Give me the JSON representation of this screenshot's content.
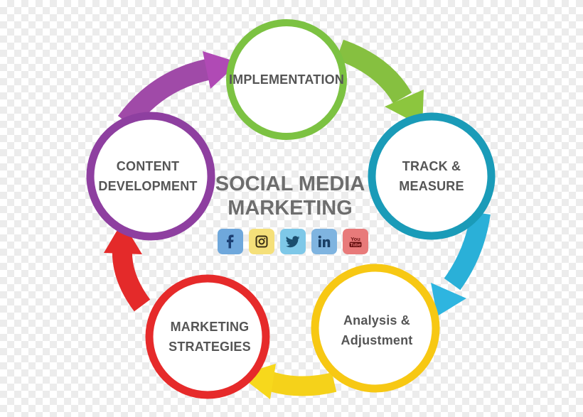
{
  "diagram": {
    "title_line1": "SOCIAL MEDIA",
    "title_line2": "MARKETING",
    "steps": [
      {
        "lines": [
          "IMPLEMENTATION"
        ],
        "color": "#7cc242"
      },
      {
        "lines": [
          "TRACK &",
          "MEASURE"
        ],
        "color": "#1a9bb8"
      },
      {
        "lines": [
          "Analysis &",
          "Adjustment"
        ],
        "color": "#f7c813"
      },
      {
        "lines": [
          "MARKETING",
          "STRATEGIES"
        ],
        "color": "#e62a2a"
      },
      {
        "lines": [
          "CONTENT",
          "DEVELOPMENT"
        ],
        "color": "#8e3fa0"
      }
    ],
    "social_icons": [
      {
        "name": "facebook-icon",
        "bg": "#6fa8dc",
        "fg": "#1b4f8a"
      },
      {
        "name": "instagram-icon",
        "bg": "#f5e07a",
        "fg": "#4a3a1a"
      },
      {
        "name": "twitter-icon",
        "bg": "#7ec8e8",
        "fg": "#1a5a7a"
      },
      {
        "name": "linkedin-icon",
        "bg": "#7fb4e0",
        "fg": "#1a4a7a"
      },
      {
        "name": "youtube-icon",
        "bg": "#e87a7a",
        "fg": "#7a1a1a"
      }
    ]
  }
}
